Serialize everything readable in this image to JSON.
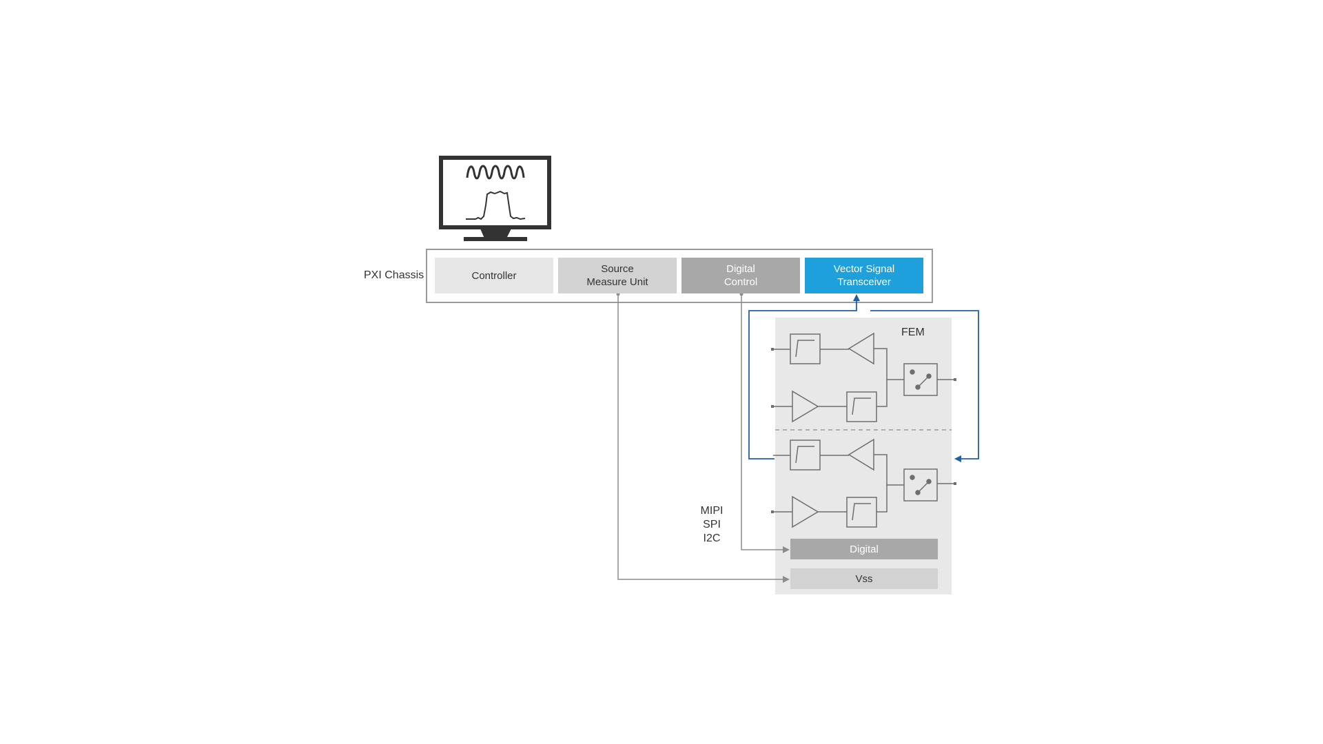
{
  "monitor": {
    "icon": "monitor-icon"
  },
  "chassis": {
    "label": "PXI Chassis",
    "modules": [
      {
        "label": "Controller",
        "bg": "#e6e6e6",
        "fg": "#333333"
      },
      {
        "label": "Source\nMeasure Unit",
        "bg": "#d2d2d2",
        "fg": "#333333"
      },
      {
        "label": "Digital\nControl",
        "bg": "#a8a8a8",
        "fg": "#ffffff"
      },
      {
        "label": "Vector Signal\nTransceiver",
        "bg": "#1ea0dc",
        "fg": "#ffffff"
      }
    ]
  },
  "fem": {
    "label": "FEM",
    "digital_label": "Digital",
    "vss_label": "Vss"
  },
  "bus_labels": "MIPI\nSPI\nI2C",
  "colors": {
    "rf_path": "#1f5fa8",
    "wire": "#8c8c8c",
    "fem_bg": "#e8e8e8",
    "block_stroke": "#6e6e6e"
  }
}
